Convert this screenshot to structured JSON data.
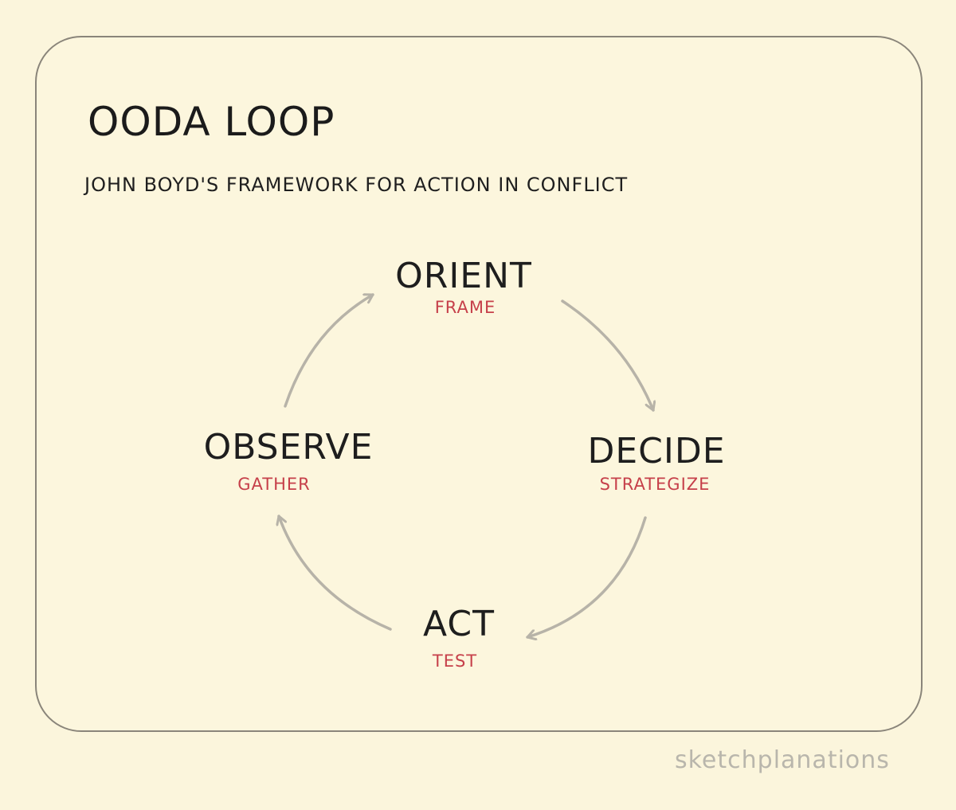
{
  "title": "OODA LOOP",
  "subtitle": "JOHN BOYD'S FRAMEWORK FOR ACTION IN CONFLICT",
  "stages": {
    "orient": {
      "label": "ORIENT",
      "sub": "FRAME"
    },
    "decide": {
      "label": "DECIDE",
      "sub": "STRATEGIZE"
    },
    "act": {
      "label": "ACT",
      "sub": "TEST"
    },
    "observe": {
      "label": "OBSERVE",
      "sub": "GATHER"
    }
  },
  "signature": "sketchplanations",
  "colors": {
    "background": "#fbf5dc",
    "ink": "#1e1e1e",
    "accent": "#c6404a",
    "arrow": "#b7b3a8",
    "border": "#8a857a"
  }
}
